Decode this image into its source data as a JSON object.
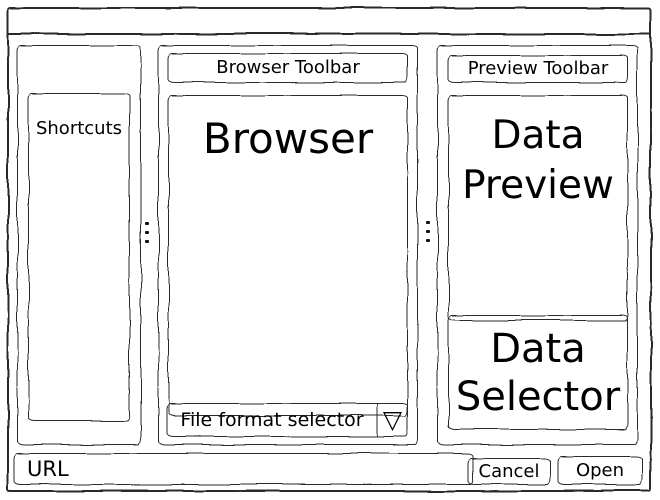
{
  "colors": {
    "stroke": "#2b2b2b",
    "background": "#ffffff",
    "text": "#000000"
  },
  "icons": {
    "dropdown_arrow": "▽"
  },
  "shortcuts_panel": {
    "label": "Shortcuts"
  },
  "browser_panel": {
    "toolbar_label": "Browser Toolbar",
    "main_label": "Browser",
    "format_selector_label": "File format selector"
  },
  "preview_panel": {
    "toolbar_label": "Preview Toolbar",
    "preview_label": "Data Preview",
    "selector_label": "Data Selector"
  },
  "bottom_bar": {
    "url_label": "URL",
    "cancel_label": "Cancel",
    "open_label": "Open"
  }
}
